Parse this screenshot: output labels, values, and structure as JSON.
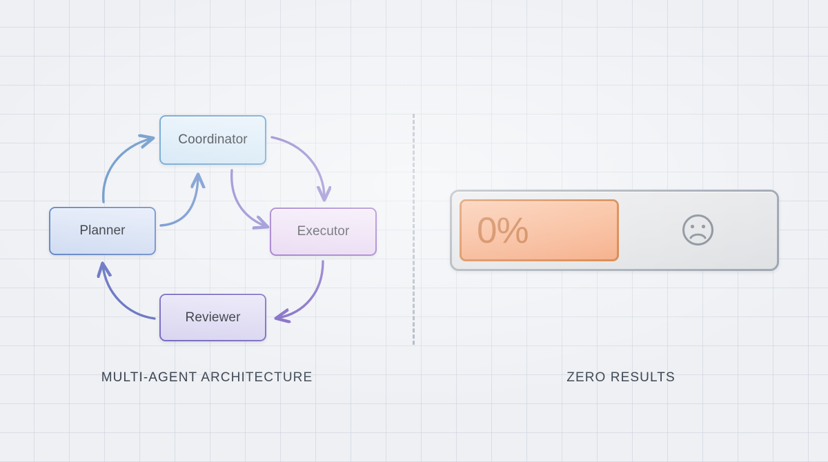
{
  "background": {
    "color": "#eef0f4",
    "grid_line_color": "#c8ced8"
  },
  "diagram": {
    "caption": "MULTI-AGENT ARCHITECTURE",
    "nodes": [
      {
        "id": "coordinator",
        "label": "Coordinator",
        "fill": "#d9e9f6",
        "border": "#5596c9"
      },
      {
        "id": "planner",
        "label": "Planner",
        "fill": "#d6e0f4",
        "border": "#5b7fc4"
      },
      {
        "id": "executor",
        "label": "Executor",
        "fill": "#e8d8f2",
        "border": "#8555bb"
      },
      {
        "id": "reviewer",
        "label": "Reviewer",
        "fill": "#ded9f3",
        "border": "#6e61bd"
      }
    ],
    "edges": [
      {
        "from": "planner",
        "to": "coordinator",
        "style": "outer-arc",
        "color": "#5b8cc4"
      },
      {
        "from": "coordinator",
        "to": "executor",
        "style": "outer-arc",
        "color": "#7b6bc4"
      },
      {
        "from": "executor",
        "to": "reviewer",
        "style": "outer-arc",
        "color": "#7259bd"
      },
      {
        "from": "reviewer",
        "to": "planner",
        "style": "outer-arc",
        "color": "#5f6bbf"
      },
      {
        "from": "planner",
        "to": "coordinator",
        "style": "inner-arc",
        "color": "#5b83c6"
      },
      {
        "from": "coordinator",
        "to": "executor",
        "style": "inner-arc",
        "color": "#7a72c6"
      }
    ]
  },
  "results": {
    "caption": "ZERO RESULTS",
    "progress": {
      "value_label": "0%",
      "percent": 0,
      "fill_color": "#f5a97a",
      "fill_border_color": "#d0681f",
      "value_text_color": "#c25c1c",
      "track_color": "#e1e3e6",
      "track_border_color": "#98a0aa"
    },
    "icon": {
      "name": "sad-face-icon",
      "color": "#7c848f"
    }
  },
  "divider": {
    "orientation": "vertical",
    "style": "dashed",
    "color": "#a9b1bd"
  }
}
